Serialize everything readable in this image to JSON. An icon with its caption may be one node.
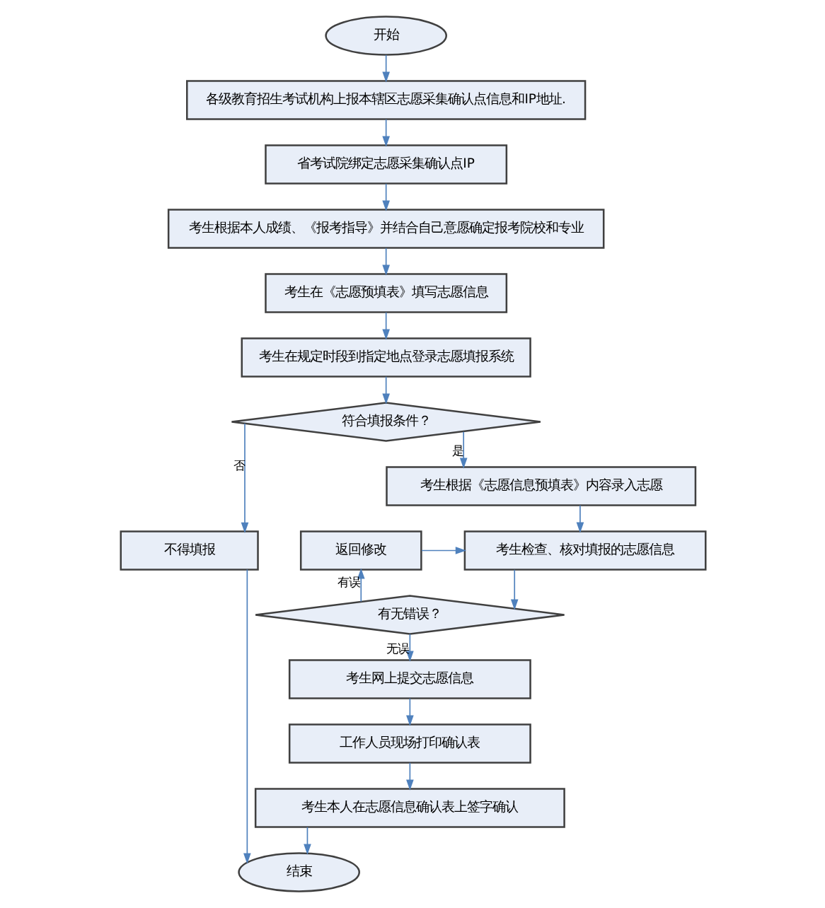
{
  "diagram": {
    "nodes": [
      {
        "text": [
          "开始"
        ]
      },
      {
        "text": [
          "各级教育招生考试机构上报本辖区志愿采集确认点信息和IP地址."
        ]
      },
      {
        "text": [
          "省考试院绑定志愿采集确认点IP"
        ]
      },
      {
        "text": [
          "考生根据本人成绩、《报考指导》并结合自己意愿确定报考院校和专业"
        ]
      },
      {
        "text": [
          "考生在《志愿预填表》填写志愿信息"
        ]
      },
      {
        "text": [
          "考生在规定时段到指定地点登录志愿填报系统"
        ]
      },
      {
        "text": [
          "符合填报条件？"
        ]
      },
      {
        "text": [
          "不得填报"
        ]
      },
      {
        "text": [
          "考生根据《志愿信息预填表》内容录入志愿"
        ]
      },
      {
        "text": [
          "考生检查、核对填报的志愿信息"
        ]
      },
      {
        "text": [
          "返回修改"
        ]
      },
      {
        "text": [
          "有无错误？"
        ]
      },
      {
        "text": [
          "考生网上提交志愿信息"
        ]
      },
      {
        "text": [
          "工作人员现场打印确认表"
        ]
      },
      {
        "text": [
          "考生本人在志愿信息确认表上签字确认"
        ]
      },
      {
        "text": [
          "结束"
        ]
      }
    ],
    "edges": [
      {
        "from": 0,
        "to": 1,
        "arrow": "to"
      },
      {
        "from": 1,
        "to": 2,
        "arrow": "to"
      },
      {
        "from": 2,
        "to": 3,
        "arrow": "to"
      },
      {
        "from": 3,
        "to": 4,
        "arrow": "to"
      },
      {
        "from": 4,
        "to": 5,
        "arrow": "to"
      },
      {
        "from": 5,
        "to": 6,
        "arrow": "to"
      },
      {
        "from": 6,
        "to": 7,
        "arrow": "to",
        "label": "否"
      },
      {
        "from": 6,
        "to": 8,
        "arrow": "to",
        "label": "是"
      },
      {
        "from": 8,
        "to": 9,
        "arrow": "to"
      },
      {
        "from": 9,
        "to": 11,
        "arrow": "to"
      },
      {
        "from": 11,
        "to": 10,
        "arrow": "to",
        "label": "有误"
      },
      {
        "from": 10,
        "to": 9,
        "arrow": "to"
      },
      {
        "from": 11,
        "to": 12,
        "arrow": "to",
        "label": "无误"
      },
      {
        "from": 12,
        "to": 13,
        "arrow": "to"
      },
      {
        "from": 13,
        "to": 14,
        "arrow": "to"
      },
      {
        "from": 14,
        "to": 15,
        "arrow": "to"
      },
      {
        "from": 7,
        "to": 15,
        "arrow": "to"
      }
    ]
  }
}
